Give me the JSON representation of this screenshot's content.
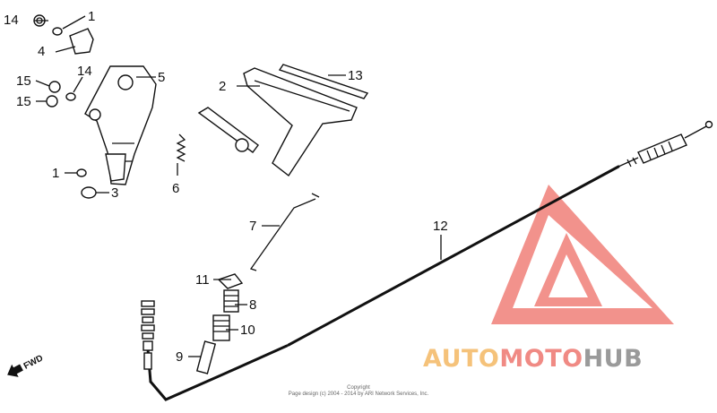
{
  "diagram": {
    "callouts": {
      "c1_top": "1",
      "c14_top": "14",
      "c4": "4",
      "c5": "5",
      "c14_mid": "14",
      "c15_a": "15",
      "c15_b": "15",
      "c1_low": "1",
      "c3": "3",
      "c2": "2",
      "c13": "13",
      "c6": "6",
      "c7": "7",
      "c12": "12",
      "c11": "11",
      "c8": "8",
      "c10": "10",
      "c9": "9"
    },
    "fwd_label": "FWD",
    "copyright": {
      "line1": "Copyright",
      "line2": "Page design (c) 2004 - 2014 by ARI Network Services, Inc."
    }
  },
  "watermark": {
    "part1": "AUTO",
    "part2": "MOTO",
    "part3": "HUB",
    "colors": {
      "auto": "#f5c27a",
      "moto": "#f08a84",
      "hub": "#9a9a9a",
      "logo": "#f07f78"
    }
  }
}
